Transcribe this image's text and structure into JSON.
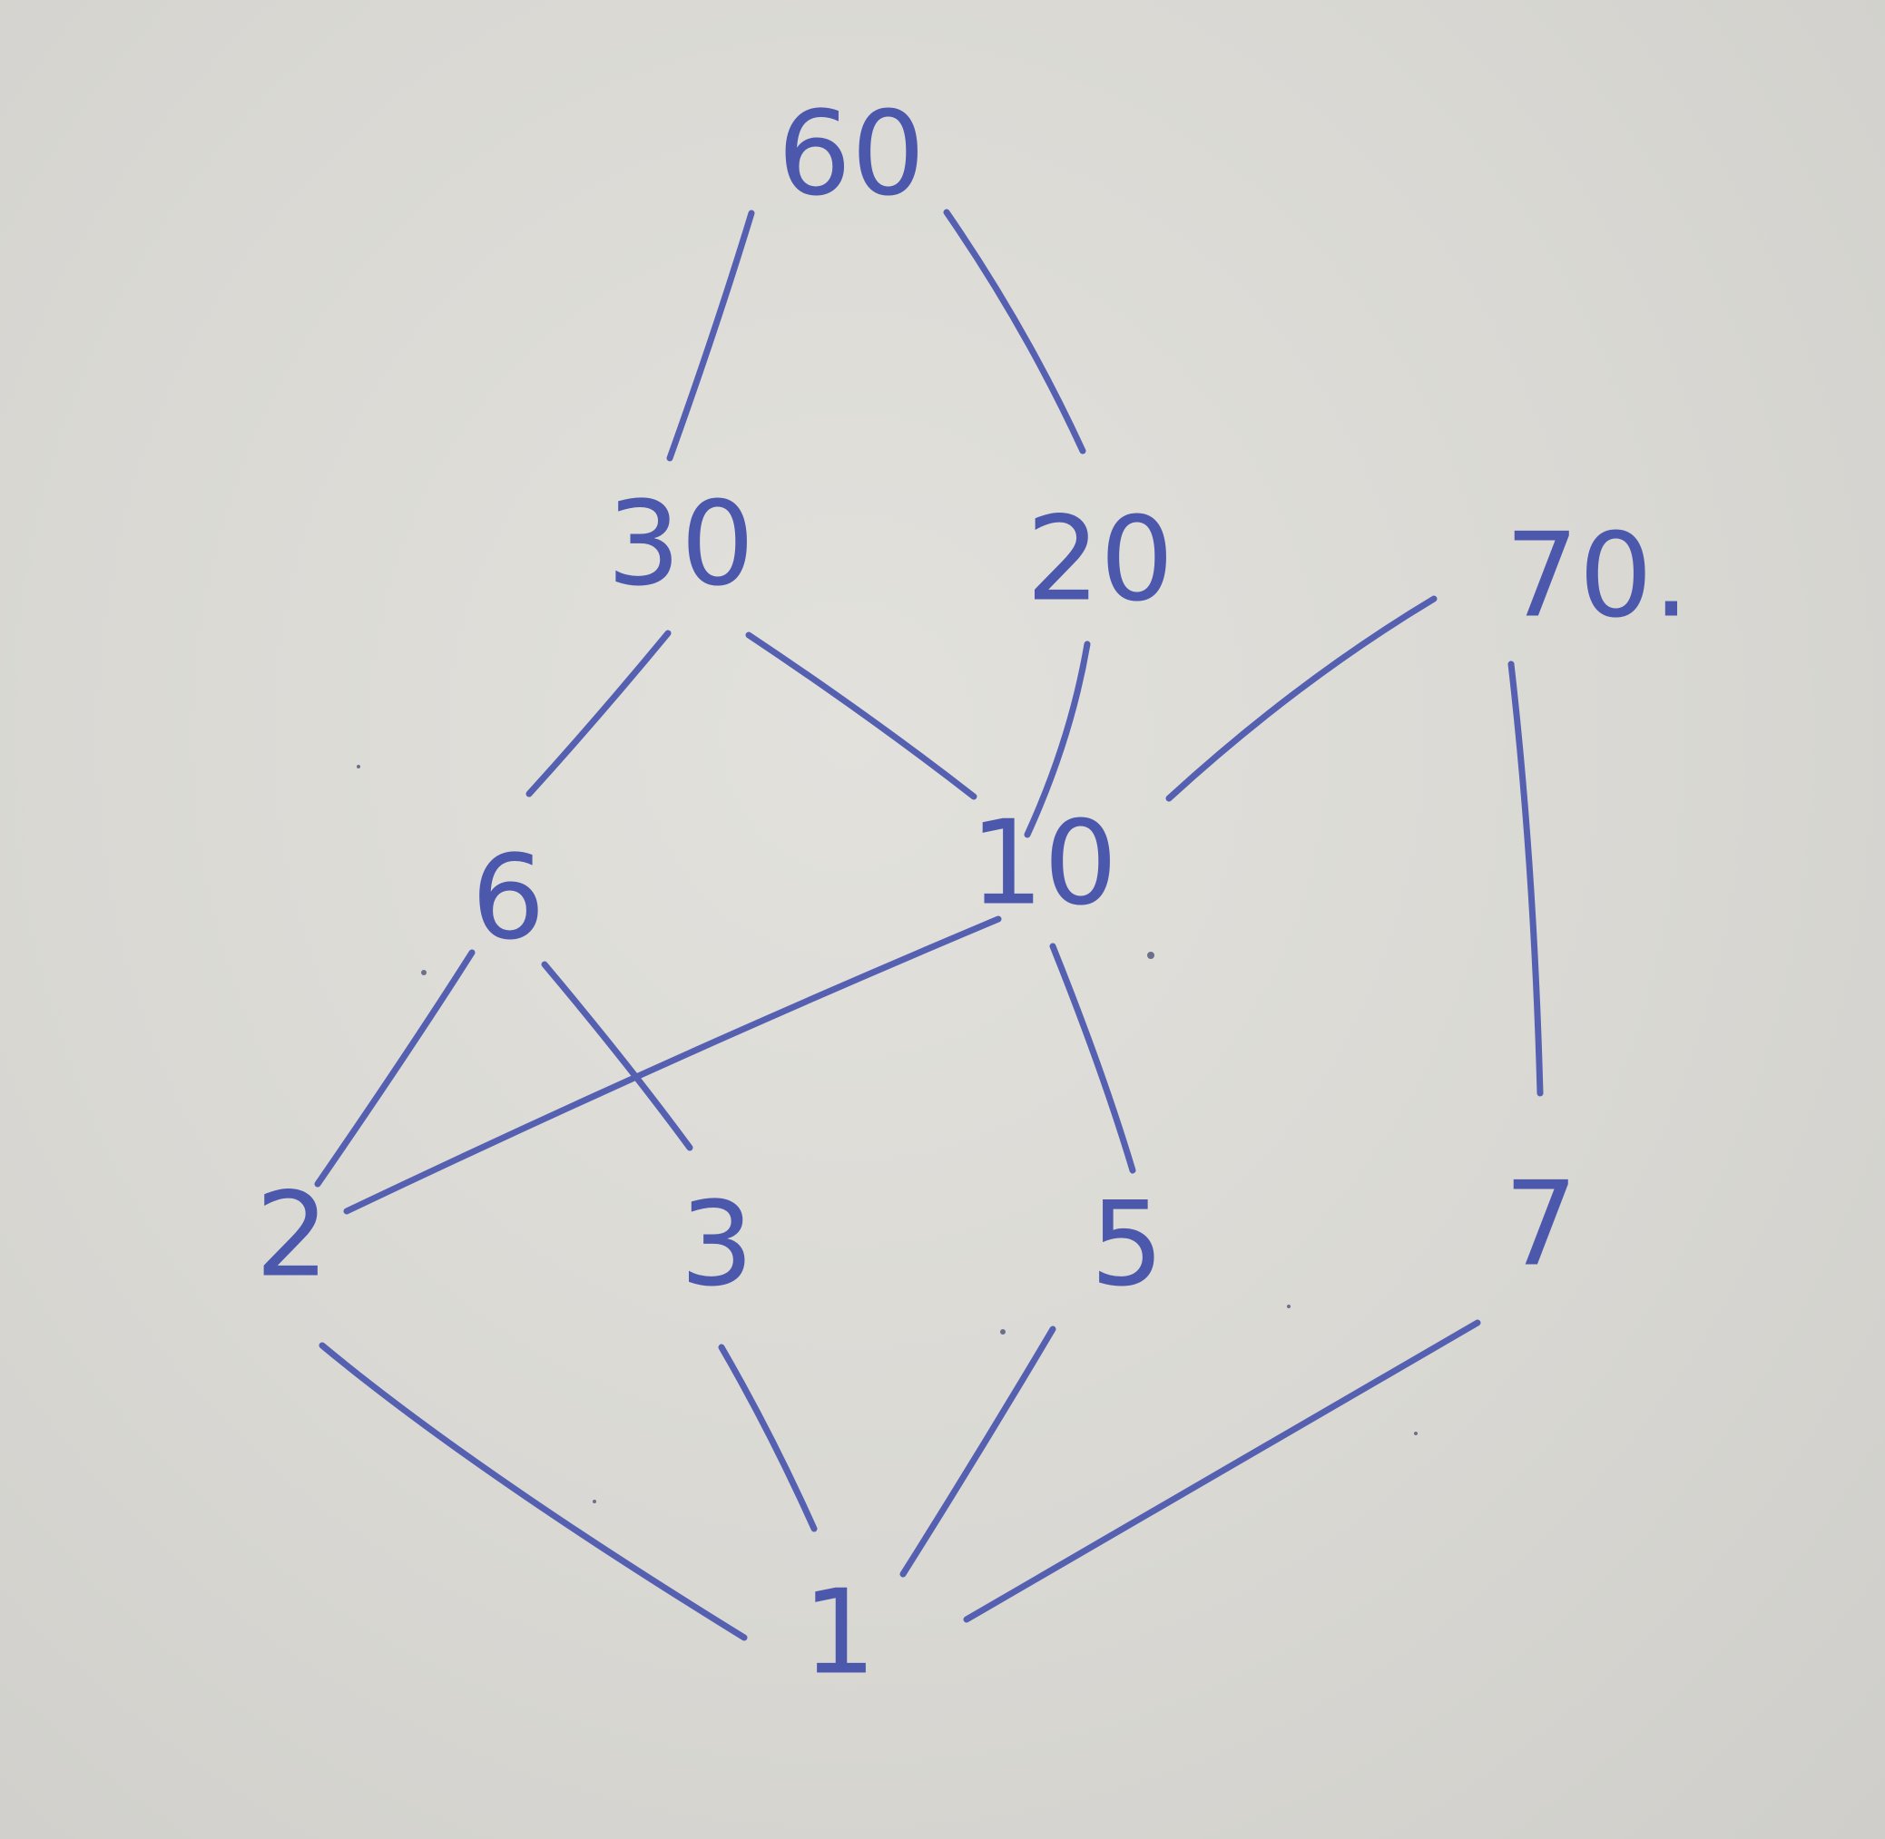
{
  "diagram": {
    "type": "hasse-diagram",
    "ink_color": "#4c58ac",
    "paper_color": "#dcdbd6",
    "nodes": [
      {
        "id": "n60",
        "label": "60"
      },
      {
        "id": "n30",
        "label": "30"
      },
      {
        "id": "n20",
        "label": "20"
      },
      {
        "id": "n70",
        "label": "70."
      },
      {
        "id": "n6",
        "label": "6"
      },
      {
        "id": "n10",
        "label": "10"
      },
      {
        "id": "n2",
        "label": "2"
      },
      {
        "id": "n3",
        "label": "3"
      },
      {
        "id": "n5",
        "label": "5"
      },
      {
        "id": "n7",
        "label": "7"
      },
      {
        "id": "n1",
        "label": "1"
      }
    ],
    "edges": [
      {
        "from": "60",
        "to": "30"
      },
      {
        "from": "60",
        "to": "20"
      },
      {
        "from": "30",
        "to": "6"
      },
      {
        "from": "30",
        "to": "10"
      },
      {
        "from": "20",
        "to": "10"
      },
      {
        "from": "70",
        "to": "10"
      },
      {
        "from": "70",
        "to": "7"
      },
      {
        "from": "6",
        "to": "2"
      },
      {
        "from": "6",
        "to": "3"
      },
      {
        "from": "10",
        "to": "2"
      },
      {
        "from": "10",
        "to": "5"
      },
      {
        "from": "2",
        "to": "1"
      },
      {
        "from": "3",
        "to": "1"
      },
      {
        "from": "5",
        "to": "1"
      },
      {
        "from": "7",
        "to": "1"
      }
    ]
  }
}
